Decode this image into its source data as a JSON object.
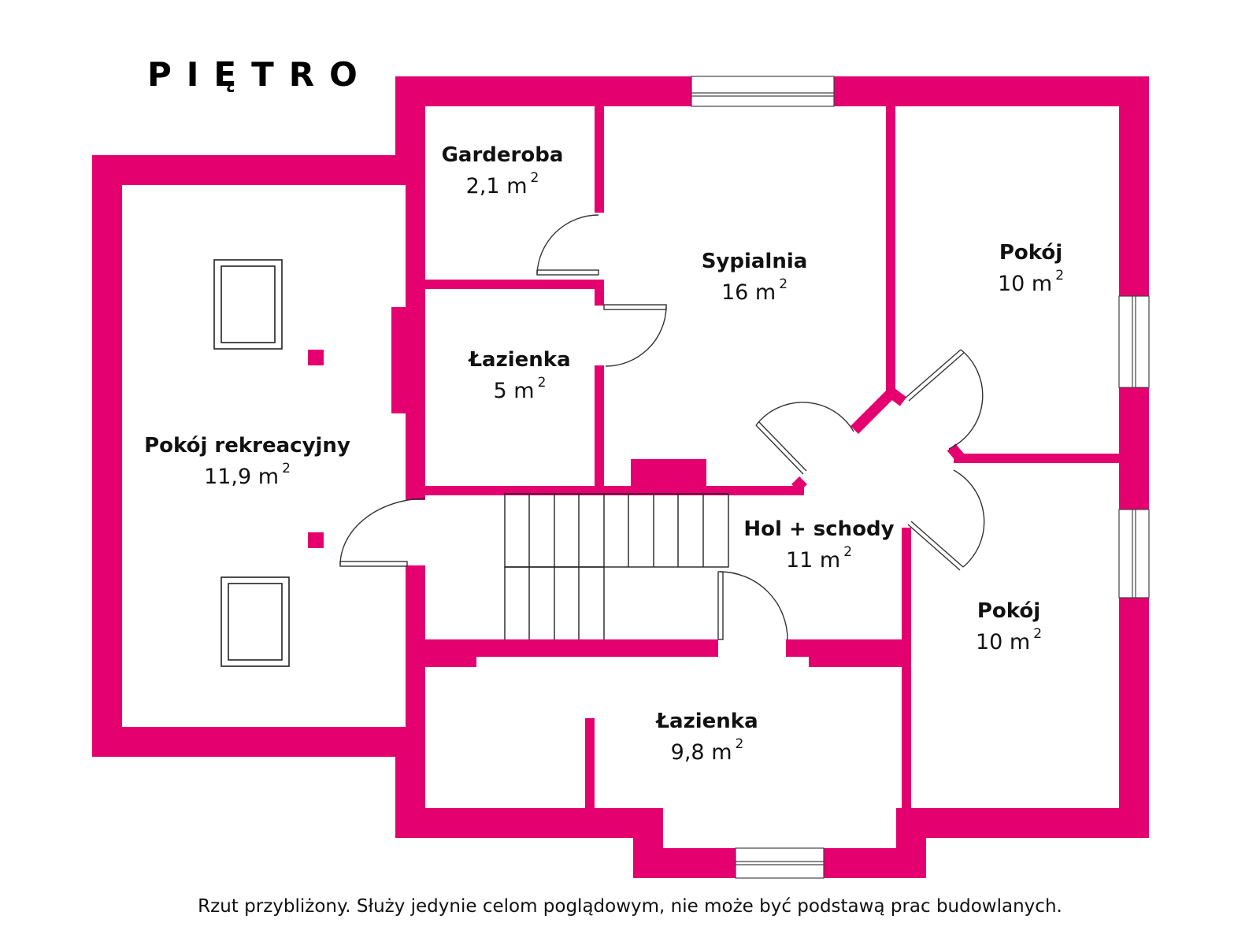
{
  "floor_title": "PIĘTRO",
  "colors": {
    "wall": "#E4006F",
    "line": "#000000",
    "background": "#ffffff"
  },
  "rooms": [
    {
      "name": "Garderoba",
      "area": "2,1 m",
      "sup": "2"
    },
    {
      "name": "Sypialnia",
      "area": "16 m",
      "sup": "2"
    },
    {
      "name": "Pokój",
      "area": "10 m",
      "sup": "2"
    },
    {
      "name": "Łazienka",
      "area": "5 m",
      "sup": "2"
    },
    {
      "name": "Pokój rekreacyjny",
      "area": "11,9 m",
      "sup": "2"
    },
    {
      "name": "Hol + schody",
      "area": "11 m",
      "sup": "2"
    },
    {
      "name": "Pokój",
      "area": "10 m",
      "sup": "2"
    },
    {
      "name": "Łazienka",
      "area": "9,8 m",
      "sup": "2"
    }
  ],
  "disclaimer": "Rzut przybliżony. Służy jedynie celom poglądowym, nie może być podstawą prac budowlanych."
}
